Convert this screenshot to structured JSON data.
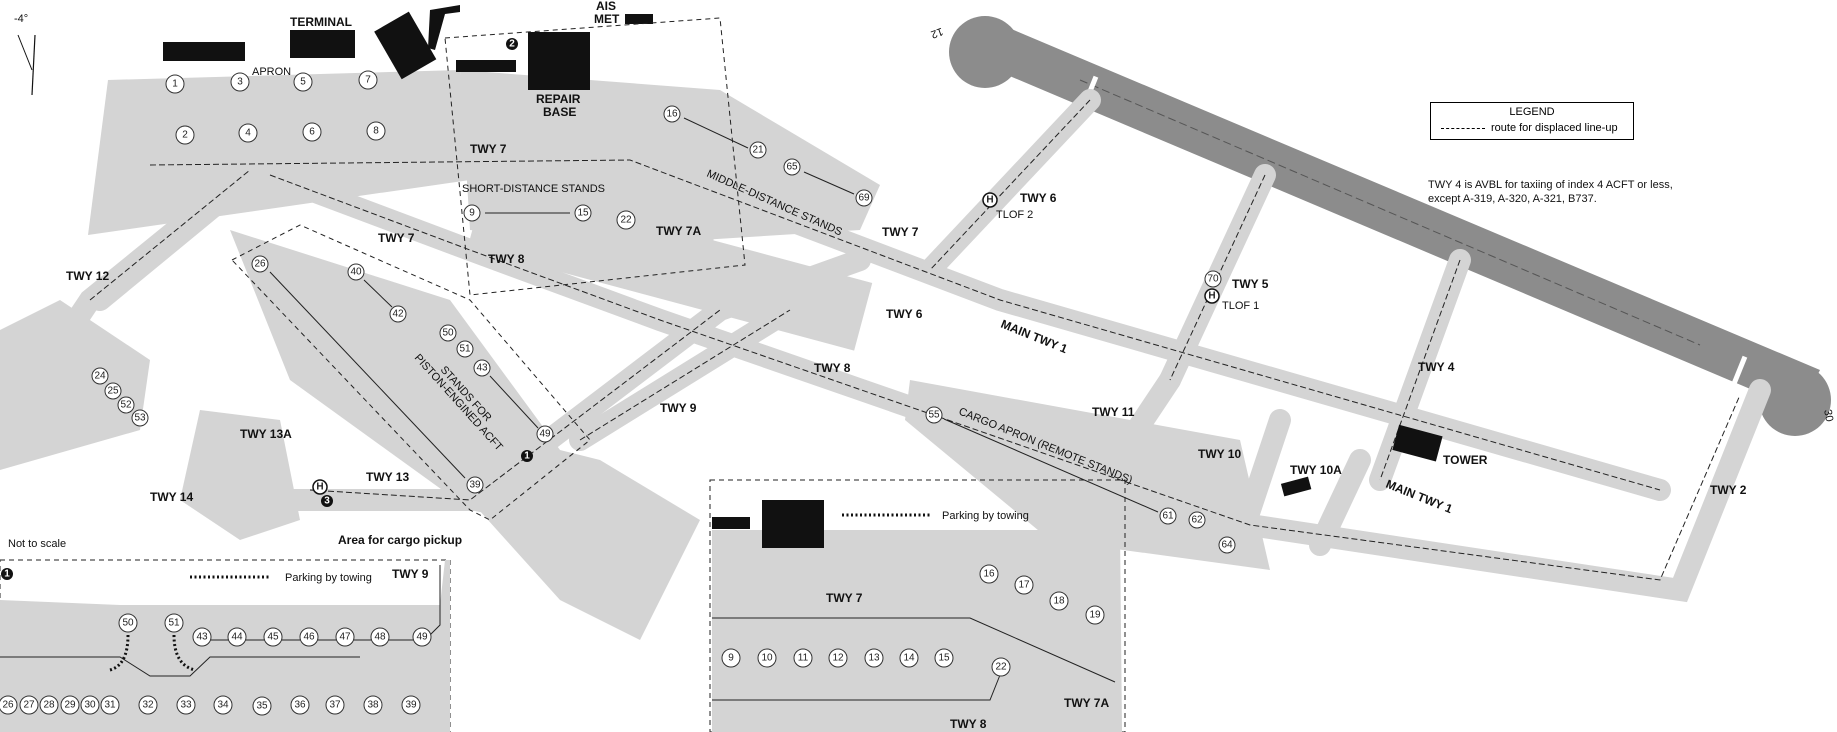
{
  "legend": {
    "title": "LEGEND",
    "route": "route for displaced line-up"
  },
  "note": {
    "line1": "TWY 4 is AVBL for taxiing of index 4 ACFT or less,",
    "line2": "except A-319, A-320, A-321, B737."
  },
  "north": {
    "label": "-4°"
  },
  "labels": {
    "terminal": "TERMINAL",
    "apron": "APRON",
    "ais": "AIS",
    "met": "MET",
    "repair1": "REPAIR",
    "repair2": "BASE",
    "short_distance": "SHORT-DISTANCE STANDS",
    "middle_distance": "MIDDLE-DISTANCE STANDS",
    "piston1": "STANDS FOR",
    "piston2": "PISTON-ENGINED ACFT",
    "cargo_apron": "CARGO APRON (REMOTE STANDS)",
    "cargo_pickup": "Area for cargo pickup",
    "not_to_scale": "Not to scale",
    "tower": "TOWER",
    "main_twy_1": "MAIN TWY 1",
    "parking_by_towing": "Parking by towing",
    "tlof1": "TLOF 1",
    "tlof2": "TLOF 2",
    "rwy12": "12",
    "rwy30": "30"
  },
  "taxiways": {
    "twy2": "TWY 2",
    "twy4": "TWY 4",
    "twy5": "TWY 5",
    "twy6": "TWY 6",
    "twy7": "TWY 7",
    "twy7a": "TWY 7A",
    "twy8": "TWY 8",
    "twy9": "TWY 9",
    "twy10": "TWY 10",
    "twy10a": "TWY 10A",
    "twy11": "TWY 11",
    "twy12": "TWY 12",
    "twy13": "TWY 13",
    "twy13a": "TWY 13A",
    "twy14": "TWY 14"
  },
  "callouts": {
    "c1": "1",
    "c2": "2",
    "c3": "3",
    "h": "H"
  },
  "stands": {
    "apron": [
      "1",
      "2",
      "3",
      "4",
      "5",
      "6",
      "7",
      "8"
    ],
    "short": [
      "9",
      "15",
      "22"
    ],
    "middle": [
      "16",
      "21",
      "65",
      "69"
    ],
    "west": [
      "24",
      "25",
      "52",
      "53"
    ],
    "piston": [
      "26",
      "39",
      "40",
      "42",
      "43",
      "49",
      "50",
      "51"
    ],
    "cargo": [
      "55",
      "61",
      "62",
      "64"
    ],
    "heli": [
      "70"
    ],
    "inset1_top": [
      "50",
      "51",
      "43",
      "44",
      "45",
      "46",
      "47",
      "48",
      "49"
    ],
    "inset1_bottom": [
      "26",
      "27",
      "28",
      "29",
      "30",
      "31",
      "32",
      "33",
      "34",
      "35",
      "36",
      "37",
      "38",
      "39"
    ],
    "inset2_top": [
      "16",
      "17",
      "18",
      "19"
    ],
    "inset2_bottom": [
      "9",
      "10",
      "11",
      "12",
      "13",
      "14",
      "15",
      "22"
    ]
  }
}
